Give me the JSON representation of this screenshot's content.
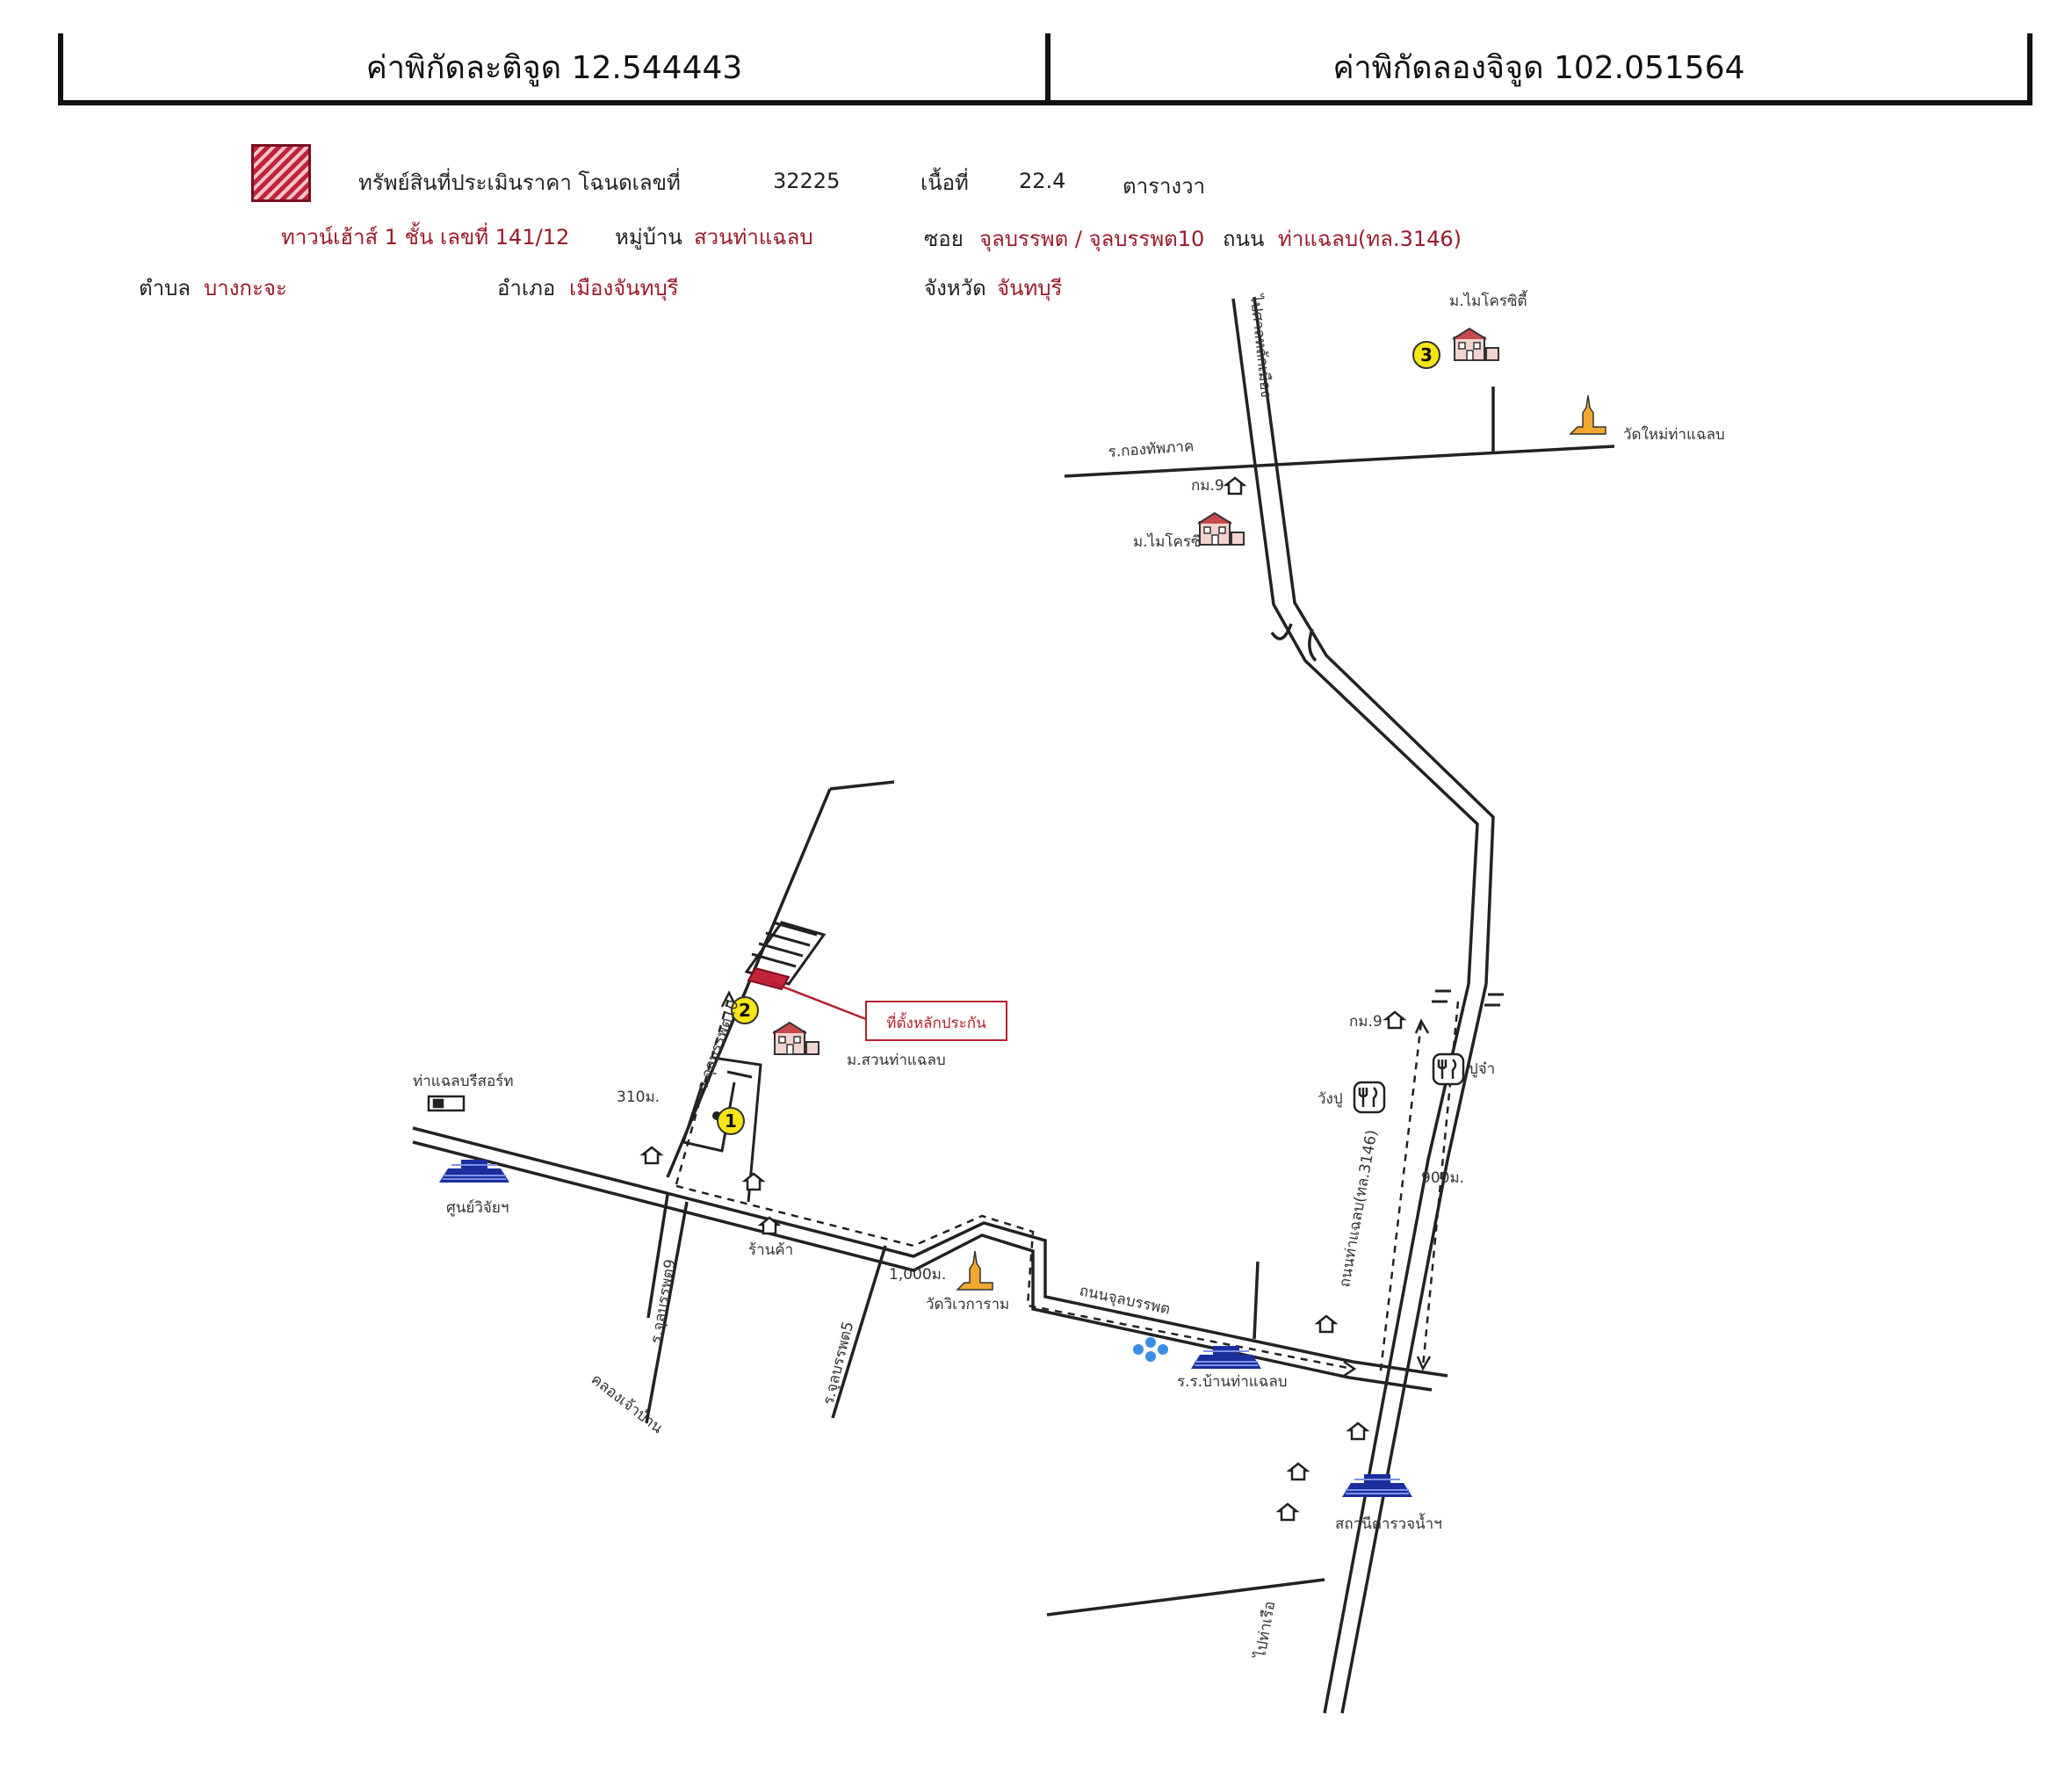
{
  "header": {
    "latitude": "ค่าพิกัดละติจูด 12.544443",
    "longitude": "ค่าพิกัดลองจิจูด 102.051564"
  },
  "info": {
    "asset_label": "ทรัพย์สินที่ประเมินราคา โฉนดเลขที่",
    "deed_no": "32225",
    "area_label": "เนื้อที่",
    "area_value": "22.4",
    "area_unit": "ตารางวา",
    "building": "ทาวน์เฮ้าส์ 1 ชั้น เลขที่ 141/12",
    "village_label": "หมู่บ้าน",
    "village": "สวนท่าแฉลบ",
    "soi_label": "ซอย",
    "soi": "จุลบรรพต / จุลบรรพต10",
    "road_label": "ถนน",
    "road": "ท่าแฉลบ(ทล.3146)",
    "tambon_label": "ตำบล",
    "tambon": "บางกะจะ",
    "amphoe_label": "อำเภอ",
    "amphoe": "เมืองจันทบุรี",
    "province_label": "จังหวัด",
    "province": "จันทบุรี"
  },
  "map": {
    "road_labels": {
      "road_north": "ไปศาลหลักเมือง",
      "road_army": "ร.กองทัพภาค",
      "road_chulabanphot10": "ร.จุลบรรพต10",
      "road_chulabanphot9": "ร.จุลบรรพต9",
      "road_chulabanphot5": "ร.จุลบรรพต5",
      "road_chulabanphot": "ถนนจุลบรรพต",
      "road_thachalap": "ถนนท่าแฉลบ(ทล.3146)",
      "road_south": "ไปท่าเรือ",
      "canal": "คลองเจ้าบ้าน"
    },
    "distances": {
      "d310": "310ม.",
      "d1000": "1,000ม.",
      "d900": "900ม."
    },
    "places": {
      "village3": "ม.ไมโครซิตี้",
      "temple_new": "วัดใหม่ท่าแฉลบ",
      "km9_top": "กม.9",
      "village_mi": "ม.ไมโครซี",
      "km9_mid": "กม.9",
      "subject": "ที่ตั้งหลักประกัน",
      "village_suan": "ม.สวนท่าแฉลบ",
      "resort": "ท่าแฉลบรีสอร์ท",
      "research_center": "ศูนย์วิจัยฯ",
      "shop": "ร้านค้า",
      "temple_wat": "วัดวิเวการาม",
      "restaurant_left": "วังปู",
      "restaurant_right": "ปูจ๋า",
      "school": "ร.ร.บ้านท่าแฉลบ",
      "police": "สถานีตำรวจน้ำฯ"
    },
    "markers": [
      "1",
      "2",
      "3"
    ]
  }
}
